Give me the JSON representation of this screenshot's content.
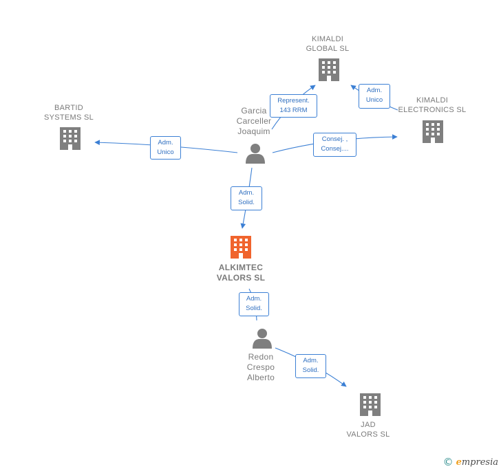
{
  "colors": {
    "edge": "#3b7fd4",
    "company_icon": "#7f7f7f",
    "main_company_icon": "#f0642d",
    "person_icon": "#7f7f7f",
    "label_text": "#7a7a7a"
  },
  "nodes": {
    "kimaldi_global": {
      "line1": "KIMALDI",
      "line2": "GLOBAL  SL",
      "icon": "building-icon"
    },
    "kimaldi_electronics": {
      "line1": "KIMALDI",
      "line2": "ELECTRONICS SL",
      "icon": "building-icon"
    },
    "bartid_systems": {
      "line1": "BARTID",
      "line2": "SYSTEMS  SL",
      "icon": "building-icon"
    },
    "alkimtec_valors": {
      "line1": "ALKIMTEC",
      "line2": "VALORS  SL",
      "icon": "building-icon"
    },
    "jad_valors": {
      "line1": "JAD",
      "line2": "VALORS SL",
      "icon": "building-icon"
    },
    "garcia": {
      "line1": "Garcia",
      "line2": "Carceller",
      "line3": "Joaquim",
      "icon": "person-icon"
    },
    "redon": {
      "line1": "Redon",
      "line2": "Crespo",
      "line3": "Alberto",
      "icon": "person-icon"
    }
  },
  "edges": {
    "garcia_kimaldi_global": {
      "line1": "Represent.",
      "line2": "143 RRM"
    },
    "electronics_kimaldi_global": {
      "line1": "Adm.",
      "line2": "Unico"
    },
    "garcia_bartid": {
      "line1": "Adm.",
      "line2": "Unico"
    },
    "garcia_electronics": {
      "line1": "Consej. ,",
      "line2": "Consej...."
    },
    "garcia_alkimtec": {
      "line1": "Adm.",
      "line2": "Solid."
    },
    "redon_alkimtec": {
      "line1": "Adm.",
      "line2": "Solid."
    },
    "redon_jad": {
      "line1": "Adm.",
      "line2": "Solid."
    }
  },
  "footer": {
    "copyright": "©",
    "brand_initial": "e",
    "brand_rest": "mpresia"
  }
}
